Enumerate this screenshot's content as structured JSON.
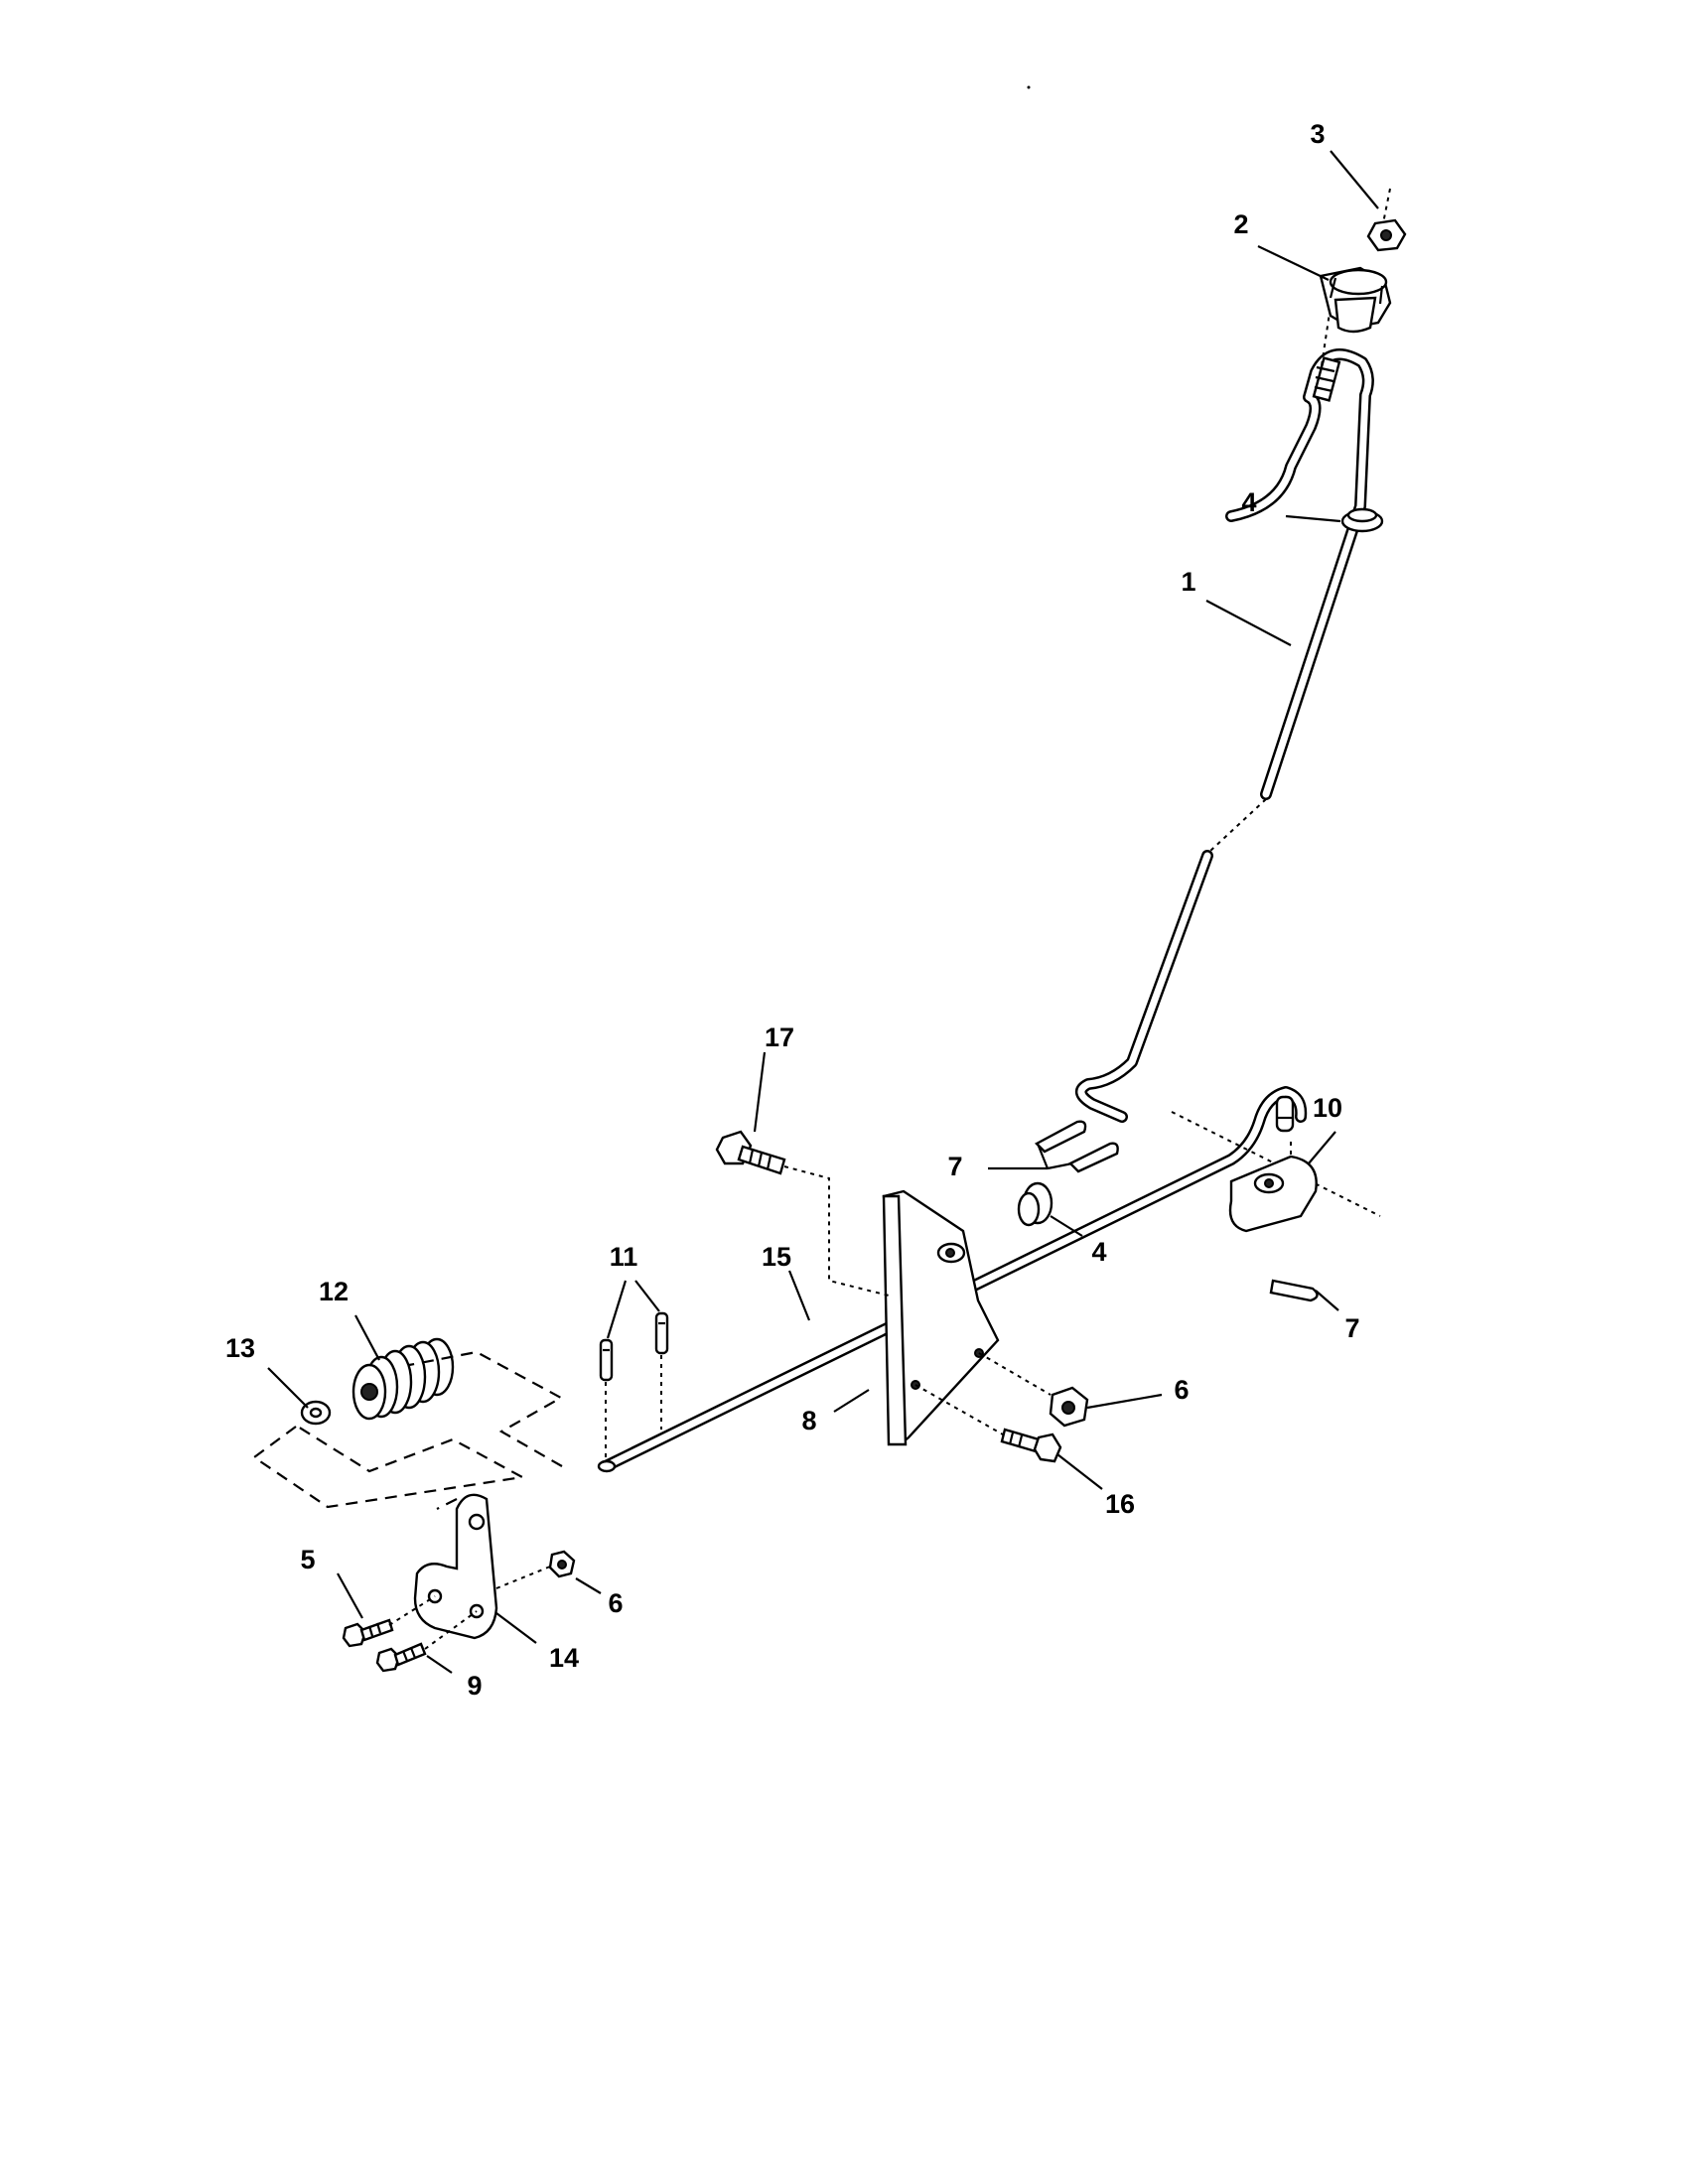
{
  "diagram": {
    "callouts": [
      {
        "id": "c1",
        "text": "1"
      },
      {
        "id": "c2",
        "text": "2"
      },
      {
        "id": "c3",
        "text": "3"
      },
      {
        "id": "c4a",
        "text": "4"
      },
      {
        "id": "c4b",
        "text": "4"
      },
      {
        "id": "c5",
        "text": "5"
      },
      {
        "id": "c6a",
        "text": "6"
      },
      {
        "id": "c6b",
        "text": "6"
      },
      {
        "id": "c7a",
        "text": "7"
      },
      {
        "id": "c7b",
        "text": "7"
      },
      {
        "id": "c8",
        "text": "8"
      },
      {
        "id": "c9",
        "text": "9"
      },
      {
        "id": "c10",
        "text": "10"
      },
      {
        "id": "c11",
        "text": "11"
      },
      {
        "id": "c12",
        "text": "12"
      },
      {
        "id": "c13",
        "text": "13"
      },
      {
        "id": "c14",
        "text": "14"
      },
      {
        "id": "c15",
        "text": "15"
      },
      {
        "id": "c16",
        "text": "16"
      },
      {
        "id": "c17",
        "text": "17"
      }
    ]
  }
}
